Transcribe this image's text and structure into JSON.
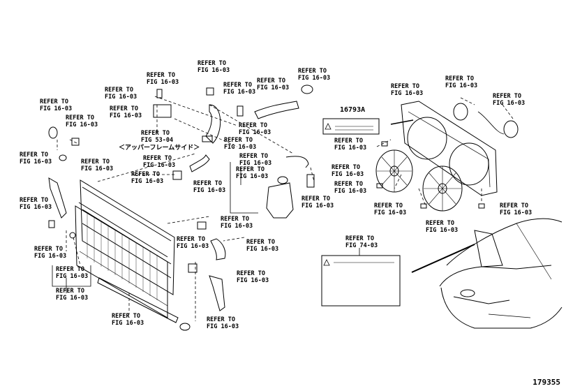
{
  "refs": [
    {
      "id": "r1",
      "top": "REFER TO",
      "bottom": "FIG 16-03"
    },
    {
      "id": "r2",
      "top": "REFER TO",
      "bottom": "FIG 16-03"
    },
    {
      "id": "r3",
      "top": "REFER TO",
      "bottom": "FIG 16-03"
    },
    {
      "id": "r4",
      "top": "REFER TO",
      "bottom": "FIG 16-03"
    },
    {
      "id": "r5",
      "top": "REFER TO",
      "bottom": "FIG 16-03"
    },
    {
      "id": "r6",
      "top": "REFER TO",
      "bottom": "FIG 16-03"
    },
    {
      "id": "r7",
      "top": "REFER TO",
      "bottom": "FIG 16-03"
    },
    {
      "id": "r8",
      "top": "REFER TO",
      "bottom": "FIG 16-03"
    },
    {
      "id": "r9",
      "top": "REFER TO",
      "bottom": "FIG 16-03"
    },
    {
      "id": "r10",
      "top": "REFER TO",
      "bottom": "FIG 16-03"
    },
    {
      "id": "r11",
      "top": "REFER TO",
      "bottom": "FIG 16-03"
    },
    {
      "id": "r12",
      "top": "REFER TO",
      "bottom": "FIG 16-03"
    },
    {
      "id": "r13",
      "top": "REFER TO",
      "bottom": "FIG 16-03"
    },
    {
      "id": "r14",
      "top": "REFER TO",
      "bottom": "FIG 16-03"
    },
    {
      "id": "r15",
      "top": "REFER TO",
      "bottom": "FIG 16-03"
    },
    {
      "id": "r16",
      "top": "REFER TO",
      "bottom": "FIG 16-03"
    },
    {
      "id": "r17",
      "top": "REFER TO",
      "bottom": "FIG 16-03"
    },
    {
      "id": "r18",
      "top": "REFER TO",
      "bottom": "FIG 16-03"
    },
    {
      "id": "r19",
      "top": "REFER TO",
      "bottom": "FIG 16-03"
    },
    {
      "id": "r20",
      "top": "REFER TO",
      "bottom": "FIG 16-03"
    },
    {
      "id": "r21",
      "top": "REFER TO",
      "bottom": "FIG 16-03"
    },
    {
      "id": "r22",
      "top": "REFER TO",
      "bottom": "FIG 16-03"
    },
    {
      "id": "r23",
      "top": "REFER TO",
      "bottom": "FIG 16-03"
    },
    {
      "id": "r24",
      "top": "REFER TO",
      "bottom": "FIG 16-03"
    },
    {
      "id": "r25",
      "top": "REFER TO",
      "bottom": "FIG 16-03"
    },
    {
      "id": "r26",
      "top": "REFER TO",
      "bottom": "FIG 16-03"
    },
    {
      "id": "r27",
      "top": "REFER TO",
      "bottom": "FIG 16-03"
    },
    {
      "id": "r28",
      "top": "REFER TO",
      "bottom": "FIG 16-03"
    },
    {
      "id": "r29",
      "top": "REFER TO",
      "bottom": "FIG 16-03"
    },
    {
      "id": "r30",
      "top": "REFER TO",
      "bottom": "FIG 16-03"
    },
    {
      "id": "r31",
      "top": "REFER TO",
      "bottom": "FIG 16-03"
    },
    {
      "id": "r32",
      "top": "REFER TO",
      "bottom": "FIG 16-03"
    },
    {
      "id": "r33",
      "top": "REFER TO",
      "bottom": "FIG 16-03"
    },
    {
      "id": "r34",
      "top": "REFER TO",
      "bottom": "FIG 16-03"
    },
    {
      "id": "r35",
      "top": "REFER TO",
      "bottom": "FIG 16-03"
    },
    {
      "id": "r36",
      "top": "REFER TO",
      "bottom": "FIG 16-03"
    },
    {
      "id": "r37",
      "top": "REFER TO",
      "bottom": "FIG 16-03"
    },
    {
      "id": "r38",
      "top": "REFER TO",
      "bottom": "FIG 16-03"
    },
    {
      "id": "r39",
      "top": "REFER TO",
      "bottom": "FIG 53-04"
    },
    {
      "id": "r40",
      "top": "REFER TO",
      "bottom": "FIG 74-03"
    }
  ],
  "upper_frame_note": "＜アッパーフレームサイド＞",
  "part_code": "16793A",
  "image_number": "179355"
}
